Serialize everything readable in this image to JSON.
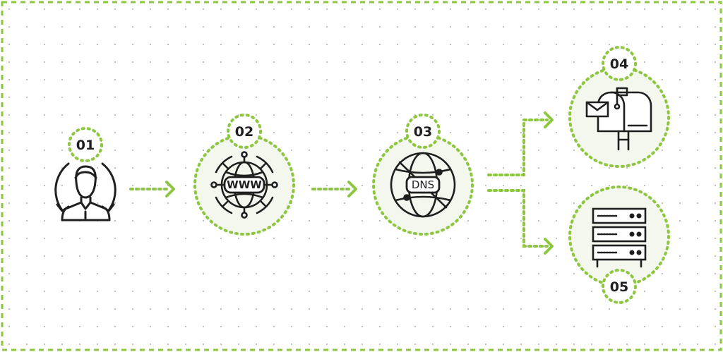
{
  "colors": {
    "accent": "#8dc63f",
    "circle_fill": "#f3f7ee",
    "icon_stroke": "#1f1f1f",
    "dot_grid": "#b7b7b7"
  },
  "stages": [
    {
      "number": "01",
      "icon": "user-refresh-icon"
    },
    {
      "number": "02",
      "icon": "www-globe-icon",
      "label": "WWW"
    },
    {
      "number": "03",
      "icon": "dns-globe-icon",
      "label": "DNS"
    },
    {
      "number": "04",
      "icon": "mailbox-icon"
    },
    {
      "number": "05",
      "icon": "server-rack-icon"
    }
  ]
}
